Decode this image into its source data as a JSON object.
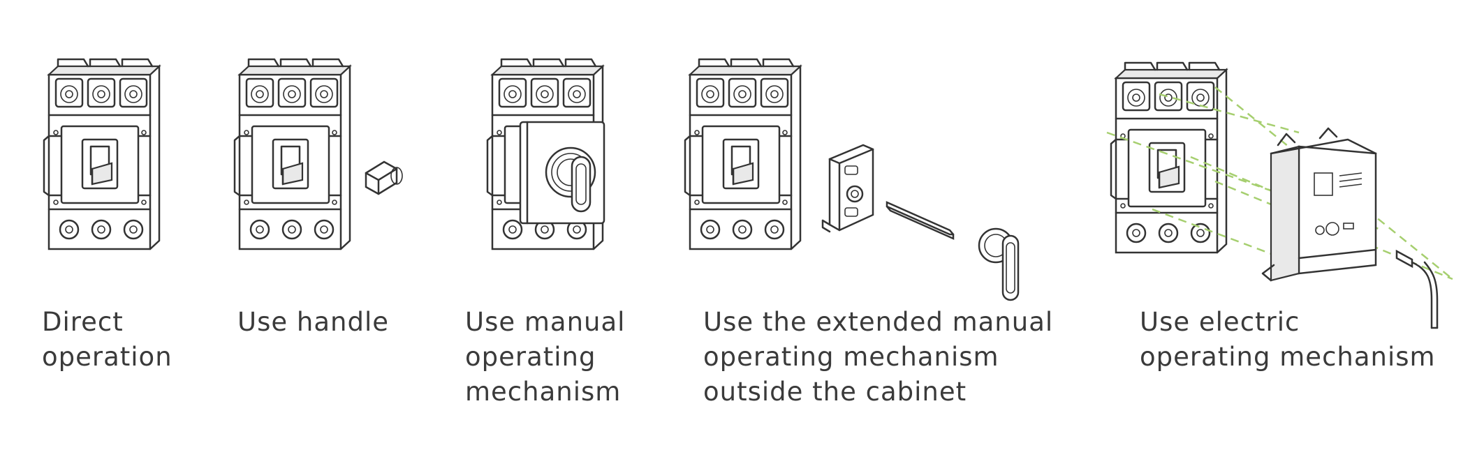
{
  "options": [
    {
      "caption": "Direct\noperation"
    },
    {
      "caption": "Use handle"
    },
    {
      "caption": "Use manual\noperating\nmechanism"
    },
    {
      "caption": "Use the extended  manual\noperating  mechanism\noutside  the cabinet"
    },
    {
      "caption": "Use electric\noperating mechanism"
    }
  ],
  "colors": {
    "caption_text": "#3a3a3a",
    "outline": "#333333",
    "guide_dashes": "#a6cf6f"
  }
}
